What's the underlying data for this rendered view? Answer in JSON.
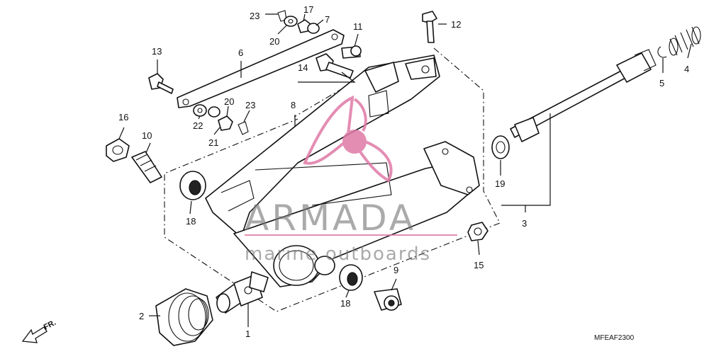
{
  "diagram": {
    "callouts": [
      "1",
      "2",
      "3",
      "4",
      "5",
      "6",
      "7",
      "8",
      "9",
      "10",
      "11",
      "12",
      "13",
      "14",
      "15",
      "16",
      "17",
      "18",
      "18",
      "19",
      "20",
      "20",
      "21",
      "22",
      "23",
      "23"
    ],
    "diagram_code": "MFEAF2300",
    "front_indicator": "FR."
  },
  "watermark": {
    "brand": "ARMADA",
    "tagline": "marine outboards",
    "accent_color": "#e07aa6"
  }
}
